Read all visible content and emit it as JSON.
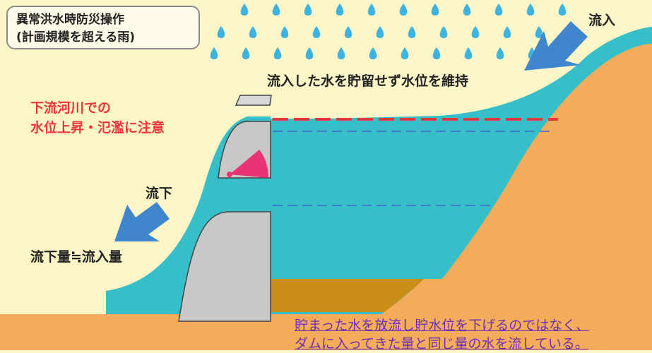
{
  "title": {
    "line1": "異常洪水時防災操作",
    "line2": "(計画規模を超える雨)"
  },
  "labels": {
    "inflow": "流入",
    "keep_level": "流入した水を貯留せず水位を維持",
    "warning_line1": "下流河川での",
    "warning_line2": "水位上昇・氾濫に注意",
    "outflow": "流下",
    "outflow_equals_inflow": "流下量≒流入量"
  },
  "note": {
    "line1": "貯まった水を放流し貯水位を下げるのではなく、",
    "line2": "ダムに入ってきた量と同じ量の水を流している。"
  },
  "colors": {
    "background": "#fbf5c8",
    "hill": "#f5ac5a",
    "water": "#36bfc8",
    "sediment": "#c98d18",
    "dam": "#c8c8c8",
    "rain": "#3db4e0",
    "arrow": "#3f86cc",
    "warning": "#e8373e",
    "gate": "#e83474",
    "note": "#6b2fb6"
  },
  "icons": {
    "inflow_arrow": "arrow-down-left-icon",
    "outflow_arrow": "arrow-down-left-icon",
    "rain": "raindrop-icon"
  }
}
